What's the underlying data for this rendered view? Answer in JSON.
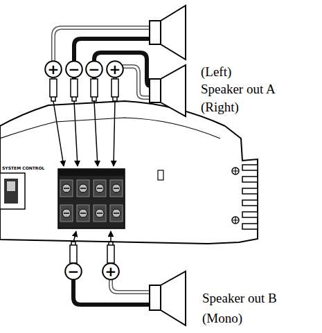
{
  "diagram": {
    "nodes": [
      {
        "text": [
          "+"
        ]
      },
      {
        "text": [
          "−"
        ]
      },
      {
        "text": [
          "−"
        ]
      },
      {
        "text": [
          "+"
        ]
      },
      {
        "text": [
          "−"
        ]
      },
      {
        "text": [
          "+"
        ]
      }
    ],
    "labels": [
      "(Left)",
      "Speaker out A",
      "(Right)",
      "Speaker out B",
      "(Mono)",
      "SYSTEM CONTROL"
    ]
  }
}
